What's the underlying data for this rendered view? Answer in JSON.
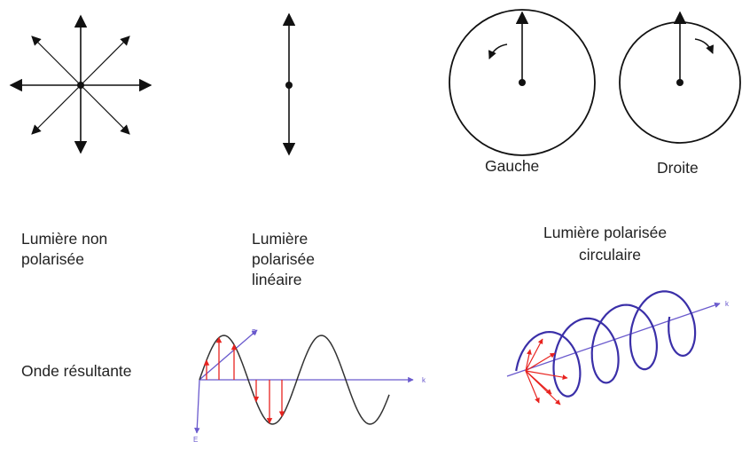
{
  "labels": {
    "gauche": "Gauche",
    "droite": "Droite",
    "unpolarized": [
      "Lumière non",
      "polarisée"
    ],
    "linear": [
      "Lumière",
      "polarisée",
      "linéaire"
    ],
    "circular": [
      "Lumière polarisée",
      "circulaire"
    ],
    "resultant": "Onde résultante"
  },
  "axes": {
    "b": "B",
    "k": "k",
    "e": "E"
  },
  "colors": {
    "ink": "#111111",
    "axis": "#6a5acd",
    "vector": "#e8231f",
    "helix": "#3a2fa8"
  }
}
